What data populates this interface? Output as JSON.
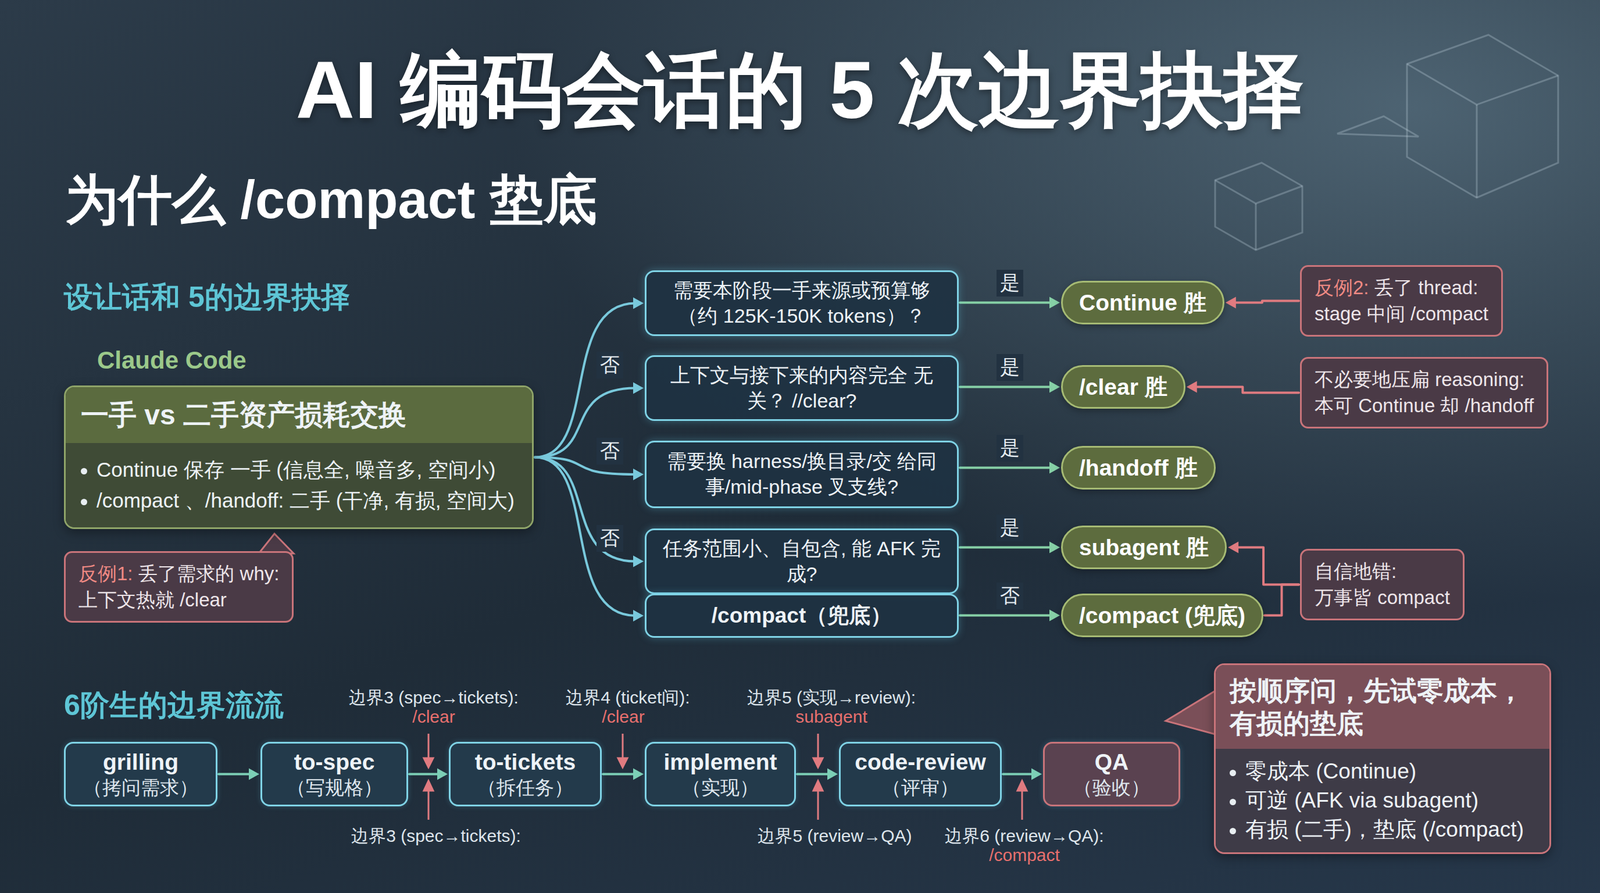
{
  "diagram": {
    "title": "AI 编码会话的 5 次边界抉择",
    "nodes": [
      {
        "text": [
          "一手 vs 二手资产损耗交换",
          "Continue 保存 一手 (信息全, 噪音多, 空间小)",
          "/compact 、/handoff: 二手 (干净, 有损, 空间大)"
        ]
      },
      {
        "text": [
          "反例1:",
          "丢了需求的 why:",
          "上下文热就 /clear"
        ]
      },
      {
        "text": [
          "需要本阶段一手来源或预算够 （约 125K-150K tokens）？"
        ]
      },
      {
        "text": [
          "Continue 胜"
        ]
      },
      {
        "text": [
          "反例2:",
          "丢了 thread:",
          "stage 中间 /compact"
        ]
      },
      {
        "text": [
          "上下文与接下来的内容完全 无关？ //clear?"
        ]
      },
      {
        "text": [
          "/clear 胜"
        ]
      },
      {
        "text": [
          "不必要地压扁 reasoning:",
          "本可 Continue 却 /handoff"
        ]
      },
      {
        "text": [
          "需要换 harness/换目录/交 给同事/mid-phase 叉支线?"
        ]
      },
      {
        "text": [
          "/handoff 胜"
        ]
      },
      {
        "text": [
          "任务范围小、自包含, 能 AFK 完成?"
        ]
      },
      {
        "text": [
          "subagent 胜"
        ]
      },
      {
        "text": [
          "自信地错:",
          "万事皆 compact"
        ]
      },
      {
        "text": [
          "/compact（兜底）"
        ]
      },
      {
        "text": [
          "/compact (兜底)"
        ]
      },
      {
        "text": [
          "grilling",
          "（拷问需求）"
        ]
      },
      {
        "text": [
          "to-spec",
          "（写规格）"
        ]
      },
      {
        "text": [
          "to-tickets",
          "（拆任务）"
        ]
      },
      {
        "text": [
          "implement",
          "（实现）"
        ]
      },
      {
        "text": [
          "code-review",
          "（评审）"
        ]
      },
      {
        "text": [
          "QA",
          "（验收）"
        ]
      },
      {
        "text": [
          "按顺序问，先试零成本， 有损的垫底",
          "零成本 (Continue)",
          "可逆 (AFK via subagent)",
          "有损 (二手)，垫底 (/compact)"
        ]
      }
    ],
    "edges": [
      {
        "from": 0,
        "to": 2,
        "arrow": "to"
      },
      {
        "from": 0,
        "to": 5,
        "label": "否",
        "arrow": "to"
      },
      {
        "from": 0,
        "to": 8,
        "label": "否",
        "arrow": "to"
      },
      {
        "from": 0,
        "to": 10,
        "label": "否",
        "arrow": "to"
      },
      {
        "from": 0,
        "to": 13,
        "arrow": "to"
      },
      {
        "from": 2,
        "to": 3,
        "label": "是",
        "arrow": "to"
      },
      {
        "from": 5,
        "to": 6,
        "label": "是",
        "arrow": "to"
      },
      {
        "from": 8,
        "to": 9,
        "label": "是",
        "arrow": "to"
      },
      {
        "from": 10,
        "to": 11,
        "label": "是",
        "arrow": "to"
      },
      {
        "from": 13,
        "to": 14,
        "label": "否",
        "arrow": "to"
      },
      {
        "from": 4,
        "to": 3,
        "arrow": "to"
      },
      {
        "from": 7,
        "to": 6,
        "arrow": "to"
      },
      {
        "from": 12,
        "to": 11,
        "arrow": "to"
      },
      {
        "from": 12,
        "to": 14,
        "arrow": "none"
      },
      {
        "from": 15,
        "to": 16,
        "arrow": "to"
      },
      {
        "from": 16,
        "to": 17,
        "arrow": "to"
      },
      {
        "from": 17,
        "to": 18,
        "arrow": "to"
      },
      {
        "from": 18,
        "to": 19,
        "arrow": "to"
      },
      {
        "from": 19,
        "to": 20,
        "arrow": "to"
      }
    ],
    "labels": [
      "为什么 /compact 垫底",
      "设让话和 5的边界抉择",
      "Claude Code",
      "6阶生的边界流流",
      "边界3 (spec→tickets):",
      "/clear",
      "边界4 (ticket间):",
      "/clear",
      "边界5 (实现→review):",
      "subagent",
      "边界3 (spec→tickets):",
      "边界5 (review→QA)",
      "边界6 (review→QA):",
      "/compact"
    ]
  }
}
